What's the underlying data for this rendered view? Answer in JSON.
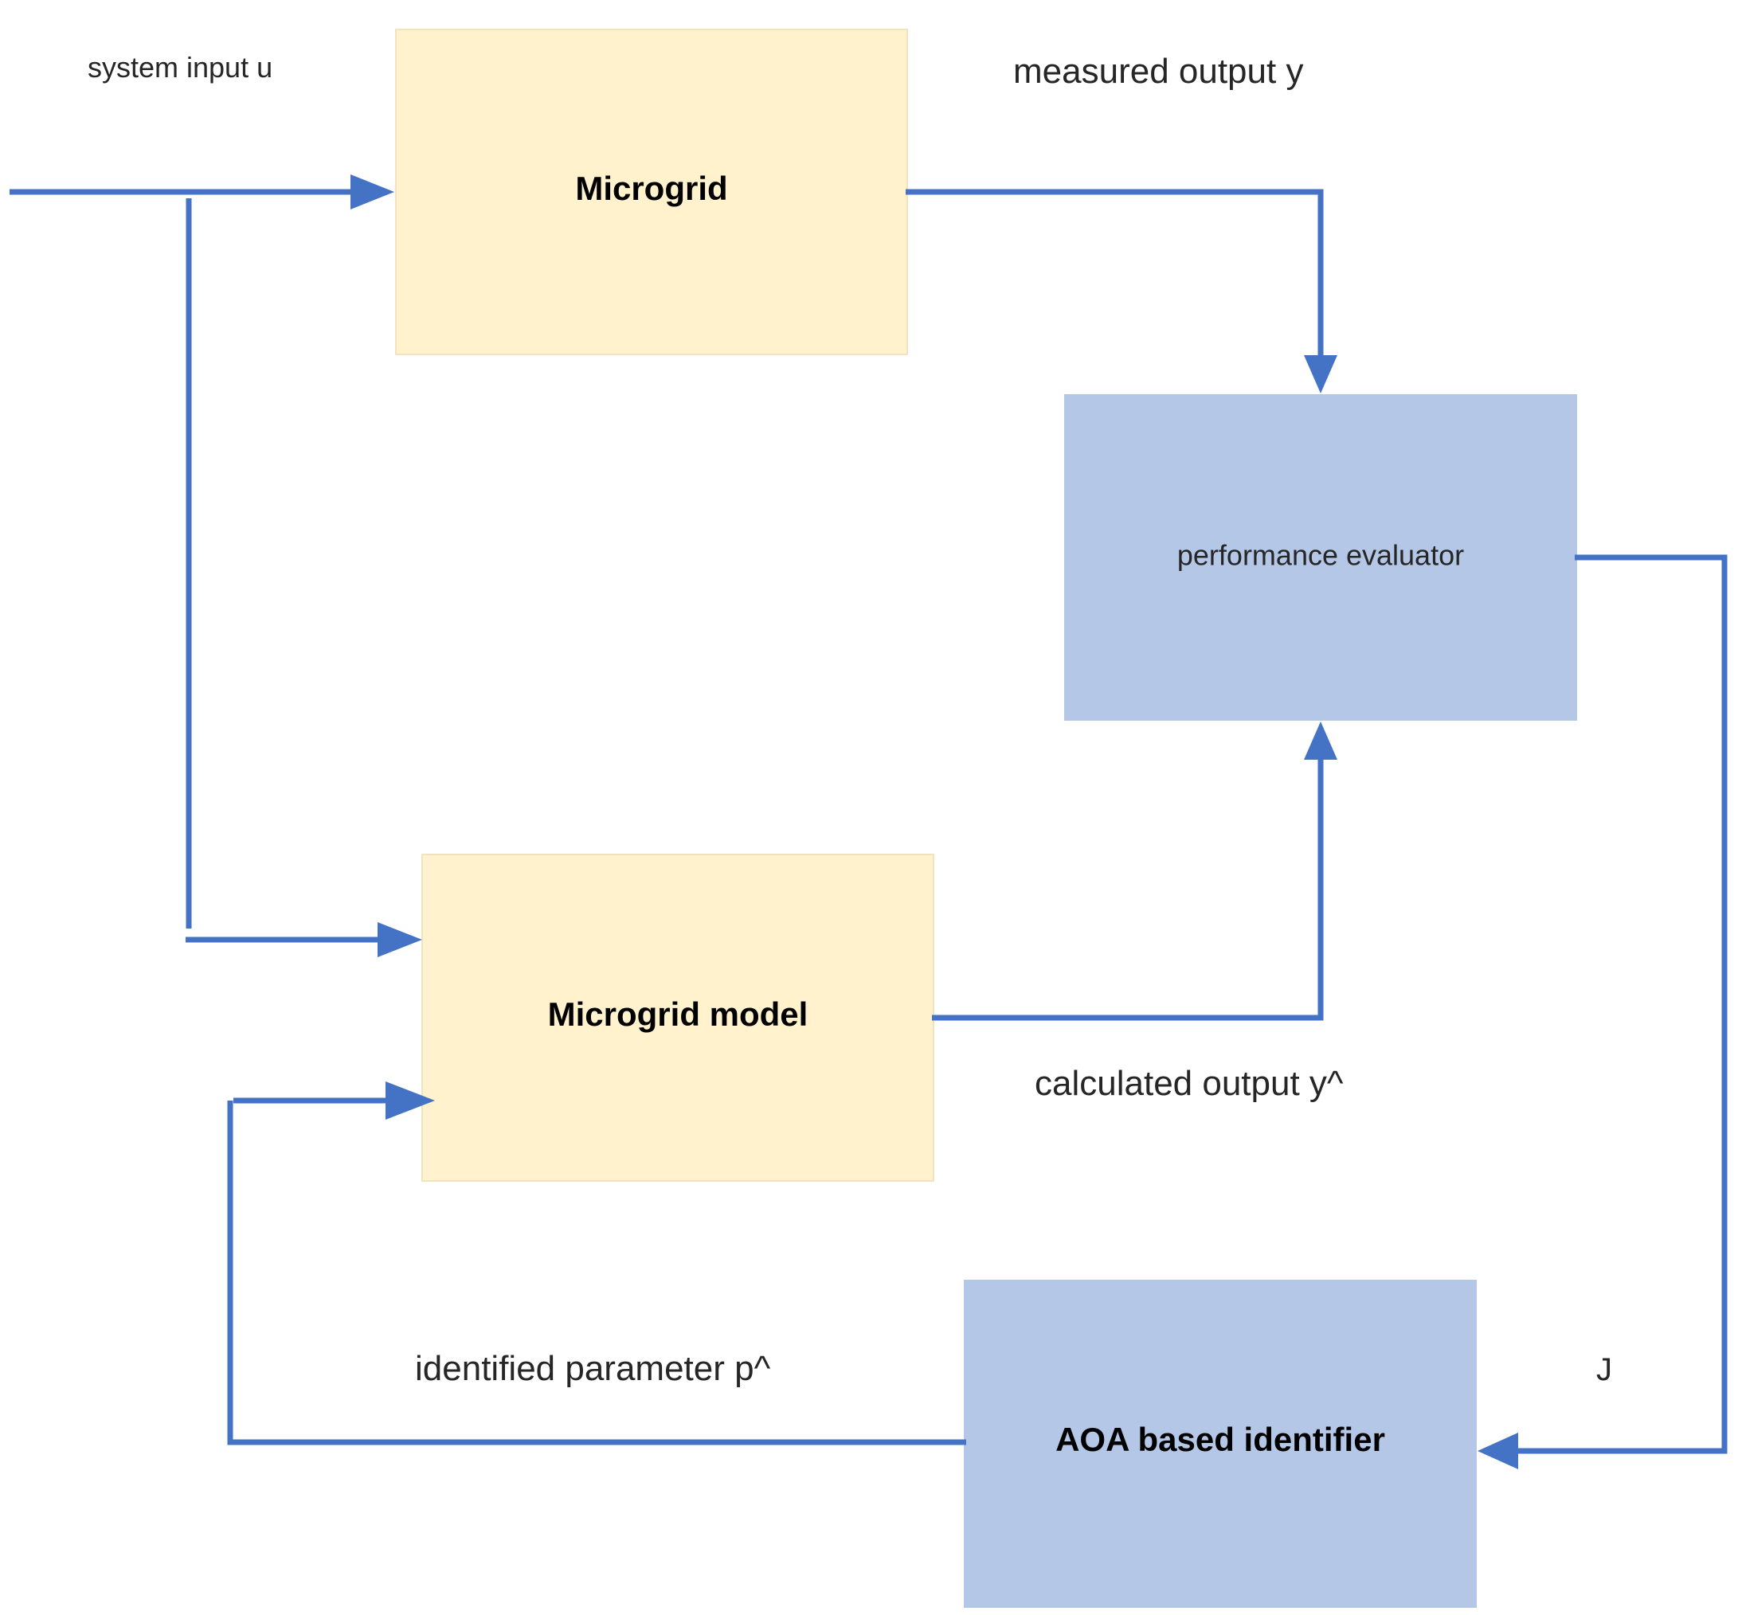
{
  "blocks": {
    "microgrid": "Microgrid",
    "performance_evaluator": "performance evaluator",
    "microgrid_model": "Microgrid model",
    "aoa_identifier": "AOA based identifier"
  },
  "signals": {
    "system_input": "system input u",
    "measured_output": "measured output y",
    "calculated_output": "calculated output y^",
    "identified_parameter": "identified parameter p^",
    "cost": "J"
  },
  "colors": {
    "plant_block": "#fff2cc",
    "processing_block": "#b4c7e7",
    "connector": "#4472c4"
  }
}
